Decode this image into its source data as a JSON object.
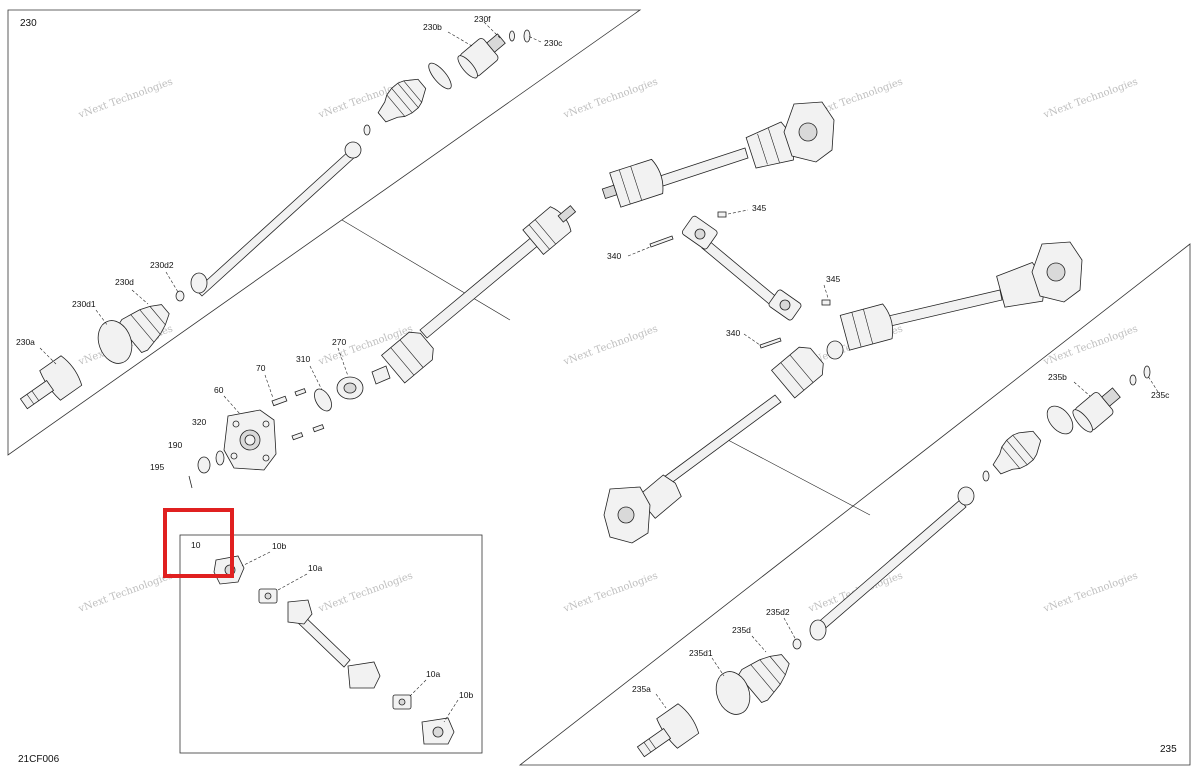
{
  "diagram": {
    "section_labels": {
      "front_shaft": "230",
      "rear_shaft": "235",
      "drawing_code": "21CF006"
    },
    "highlight": {
      "label": "10",
      "color": "#e02020"
    },
    "watermark": {
      "line1": "vNext Technologies",
      "line2": "Technologies"
    },
    "callouts": {
      "c230a": "230a",
      "c230b": "230b",
      "c230c": "230c",
      "c230d": "230d",
      "c230d1": "230d1",
      "c230d2": "230d2",
      "c230f": "230f",
      "c235a": "235a",
      "c235b": "235b",
      "c235c": "235c",
      "c235d": "235d",
      "c235d1": "235d1",
      "c235d2": "235d2",
      "c10b_top": "10b",
      "c10a_top": "10a",
      "c10a_bot": "10a",
      "c10b_bot": "10b",
      "c60": "60",
      "c70": "70",
      "c190": "190",
      "c195": "195",
      "c270": "270",
      "c310": "310",
      "c320": "320",
      "c340_top": "340",
      "c340_bot": "340",
      "c345_top": "345",
      "c345_bot": "345"
    }
  }
}
